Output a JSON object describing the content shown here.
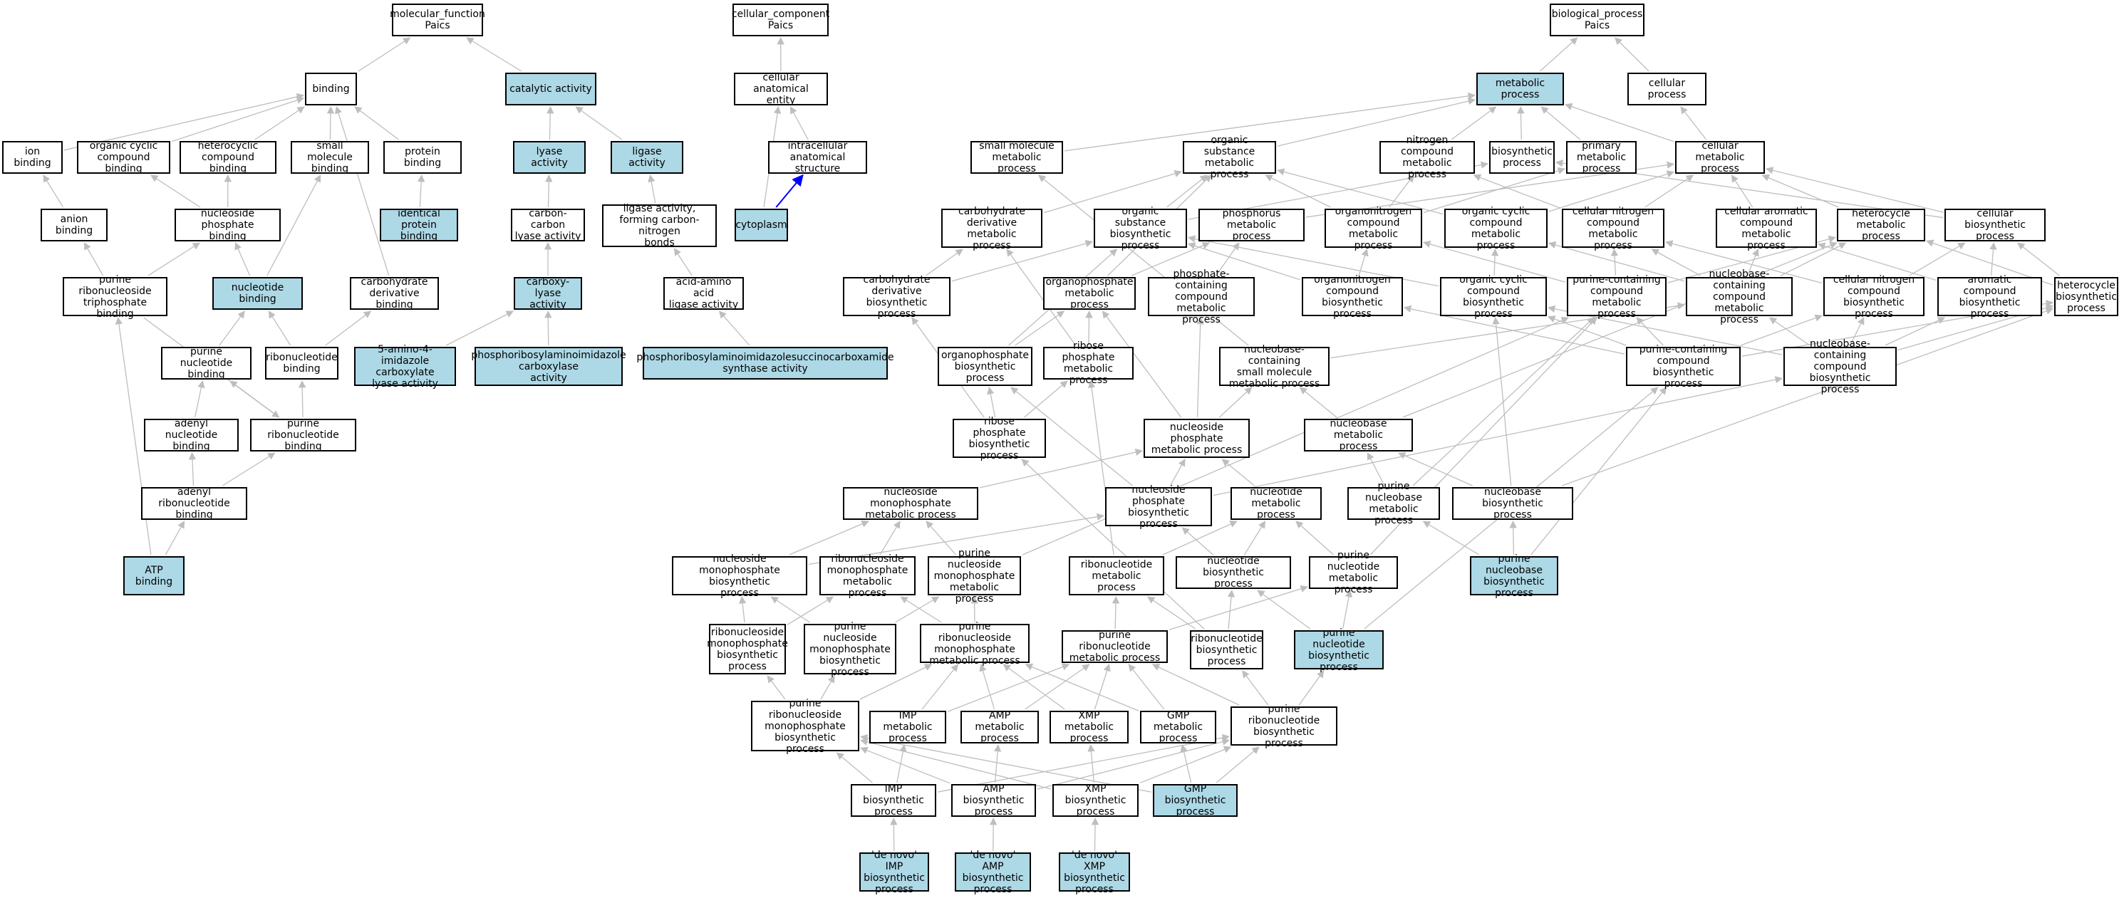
{
  "colors": {
    "highlight": "#add8e6",
    "edge": "#bebebe",
    "edge_special": "#0000ff",
    "border": "#000000"
  },
  "nodes": [
    {
      "id": "mf",
      "label": "molecular_function\nPaics",
      "hl": false
    },
    {
      "id": "cc",
      "label": "cellular_component\nPaics",
      "hl": false
    },
    {
      "id": "bp",
      "label": "biological_process\nPaics",
      "hl": false
    },
    {
      "id": "binding",
      "label": "binding",
      "hl": false
    },
    {
      "id": "catalytic",
      "label": "catalytic activity",
      "hl": true
    },
    {
      "id": "cae",
      "label": "cellular anatomical\nentity",
      "hl": false
    },
    {
      "id": "metabolic",
      "label": "metabolic process",
      "hl": true
    },
    {
      "id": "cellproc",
      "label": "cellular process",
      "hl": false
    },
    {
      "id": "ionbind",
      "label": "ion binding",
      "hl": false
    },
    {
      "id": "orgcycbind",
      "label": "organic cyclic\ncompound binding",
      "hl": false
    },
    {
      "id": "hetbind",
      "label": "heterocyclic\ncompound binding",
      "hl": false
    },
    {
      "id": "smbind",
      "label": "small molecule\nbinding",
      "hl": false
    },
    {
      "id": "protbind",
      "label": "protein binding",
      "hl": false
    },
    {
      "id": "lyase",
      "label": "lyase activity",
      "hl": true
    },
    {
      "id": "ligase",
      "label": "ligase activity",
      "hl": true
    },
    {
      "id": "ias",
      "label": "intracellular\nanatomical structure",
      "hl": false
    },
    {
      "id": "smmp",
      "label": "small molecule\nmetabolic process",
      "hl": false
    },
    {
      "id": "osmp",
      "label": "organic substance\nmetabolic process",
      "hl": false
    },
    {
      "id": "ncmp",
      "label": "nitrogen compound\nmetabolic process",
      "hl": false
    },
    {
      "id": "biosyn",
      "label": "biosynthetic\nprocess",
      "hl": false
    },
    {
      "id": "pmp",
      "label": "primary metabolic\nprocess",
      "hl": false
    },
    {
      "id": "cmp",
      "label": "cellular metabolic\nprocess",
      "hl": false
    },
    {
      "id": "anionbind",
      "label": "anion binding",
      "hl": false
    },
    {
      "id": "nucphosbind",
      "label": "nucleoside phosphate\nbinding",
      "hl": false
    },
    {
      "id": "identprot",
      "label": "identical protein\nbinding",
      "hl": true
    },
    {
      "id": "cclyase",
      "label": "carbon-carbon\nlyase activity",
      "hl": false
    },
    {
      "id": "ligcn",
      "label": "ligase activity,\nforming carbon-nitrogen\nbonds",
      "hl": false
    },
    {
      "id": "cytoplasm",
      "label": "cytoplasm",
      "hl": true
    },
    {
      "id": "cdmp",
      "label": "carbohydrate\nderivative metabolic\nprocess",
      "hl": false
    },
    {
      "id": "osbp",
      "label": "organic substance\nbiosynthetic\nprocess",
      "hl": false
    },
    {
      "id": "phosmp",
      "label": "phosphorus metabolic\nprocess",
      "hl": false
    },
    {
      "id": "oncmp",
      "label": "organonitrogen\ncompound metabolic\nprocess",
      "hl": false
    },
    {
      "id": "occmp",
      "label": "organic cyclic\ncompound metabolic\nprocess",
      "hl": false
    },
    {
      "id": "cncmp",
      "label": "cellular nitrogen\ncompound metabolic\nprocess",
      "hl": false
    },
    {
      "id": "cacmp",
      "label": "cellular aromatic\ncompound metabolic\nprocess",
      "hl": false
    },
    {
      "id": "hetmp",
      "label": "heterocycle\nmetabolic process",
      "hl": false
    },
    {
      "id": "cbp",
      "label": "cellular biosynthetic\nprocess",
      "hl": false
    },
    {
      "id": "prntb",
      "label": "purine ribonucleoside\ntriphosphate\nbinding",
      "hl": false
    },
    {
      "id": "nucbind",
      "label": "nucleotide binding",
      "hl": true
    },
    {
      "id": "cdbind",
      "label": "carbohydrate\nderivative binding",
      "hl": false
    },
    {
      "id": "carboxylyase",
      "label": "carboxy-lyase\nactivity",
      "hl": true
    },
    {
      "id": "aaligase",
      "label": "acid-amino acid\nligase activity",
      "hl": false
    },
    {
      "id": "cdbp",
      "label": "carbohydrate\nderivative biosynthetic\nprocess",
      "hl": false
    },
    {
      "id": "opmp",
      "label": "organophosphate\nmetabolic process",
      "hl": false
    },
    {
      "id": "pccmp",
      "label": "phosphate-containing\ncompound metabolic\nprocess",
      "hl": false
    },
    {
      "id": "oncbp",
      "label": "organonitrogen\ncompound biosynthetic\nprocess",
      "hl": false
    },
    {
      "id": "occbp",
      "label": "organic cyclic\ncompound biosynthetic\nprocess",
      "hl": false
    },
    {
      "id": "pucmp",
      "label": "purine-containing\ncompound metabolic\nprocess",
      "hl": false
    },
    {
      "id": "nbcmp",
      "label": "nucleobase-containing\ncompound metabolic\nprocess",
      "hl": false
    },
    {
      "id": "cncbp",
      "label": "cellular nitrogen\ncompound biosynthetic\nprocess",
      "hl": false
    },
    {
      "id": "acbp",
      "label": "aromatic compound\nbiosynthetic\nprocess",
      "hl": false
    },
    {
      "id": "hetbp",
      "label": "heterocycle\nbiosynthetic\nprocess",
      "hl": false
    },
    {
      "id": "pnucbind",
      "label": "purine nucleotide\nbinding",
      "hl": false
    },
    {
      "id": "ribonucbind",
      "label": "ribonucleotide\nbinding",
      "hl": false
    },
    {
      "id": "aicarlyase",
      "label": "5-amino-4-imidazole\ncarboxylate\nlyase activity",
      "hl": true
    },
    {
      "id": "airc",
      "label": "phosphoribosylaminoimidazole\ncarboxylase\nactivity",
      "hl": true
    },
    {
      "id": "saicars",
      "label": "phosphoribosylaminoimidazolesuccinocarboxamide\nsynthase activity",
      "hl": true
    },
    {
      "id": "opbp",
      "label": "organophosphate\nbiosynthetic\nprocess",
      "hl": false
    },
    {
      "id": "rpmp",
      "label": "ribose phosphate\nmetabolic process",
      "hl": false
    },
    {
      "id": "nbcsmmp",
      "label": "nucleobase-containing\nsmall molecule\nmetabolic process",
      "hl": false
    },
    {
      "id": "pucbp",
      "label": "purine-containing\ncompound biosynthetic\nprocess",
      "hl": false
    },
    {
      "id": "nbcbp",
      "label": "nucleobase-containing\ncompound biosynthetic\nprocess",
      "hl": false
    },
    {
      "id": "adenylnucbind",
      "label": "adenyl nucleotide\nbinding",
      "hl": false
    },
    {
      "id": "pribonucbind",
      "label": "purine ribonucleotide\nbinding",
      "hl": false
    },
    {
      "id": "rpbp",
      "label": "ribose phosphate\nbiosynthetic\nprocess",
      "hl": false
    },
    {
      "id": "nucphosmp",
      "label": "nucleoside phosphate\nmetabolic process",
      "hl": false
    },
    {
      "id": "nbmp",
      "label": "nucleobase metabolic\nprocess",
      "hl": false
    },
    {
      "id": "adenylribonucbind",
      "label": "adenyl ribonucleotide\nbinding",
      "hl": false
    },
    {
      "id": "nucmonomp",
      "label": "nucleoside monophosphate\nmetabolic process",
      "hl": false
    },
    {
      "id": "nucphosbp",
      "label": "nucleoside phosphate\nbiosynthetic\nprocess",
      "hl": false
    },
    {
      "id": "nucmp",
      "label": "nucleotide metabolic\nprocess",
      "hl": false
    },
    {
      "id": "pnbmp",
      "label": "purine nucleobase\nmetabolic process",
      "hl": false
    },
    {
      "id": "nbbp",
      "label": "nucleobase biosynthetic\nprocess",
      "hl": false
    },
    {
      "id": "atpbind",
      "label": "ATP binding",
      "hl": true
    },
    {
      "id": "nucmonobp",
      "label": "nucleoside monophosphate\nbiosynthetic\nprocess",
      "hl": false
    },
    {
      "id": "rnucmonomp",
      "label": "ribonucleoside\nmonophosphate\nmetabolic process",
      "hl": false
    },
    {
      "id": "pnucmonomp",
      "label": "purine nucleoside\nmonophosphate\nmetabolic process",
      "hl": false
    },
    {
      "id": "ribonucmp",
      "label": "ribonucleotide\nmetabolic process",
      "hl": false
    },
    {
      "id": "nucbp",
      "label": "nucleotide biosynthetic\nprocess",
      "hl": false
    },
    {
      "id": "pnucmp",
      "label": "purine nucleotide\nmetabolic process",
      "hl": false
    },
    {
      "id": "pnbbp",
      "label": "purine nucleobase\nbiosynthetic\nprocess",
      "hl": true
    },
    {
      "id": "rnucmonobp",
      "label": "ribonucleoside\nmonophosphate\nbiosynthetic\nprocess",
      "hl": false
    },
    {
      "id": "pnucmonobp",
      "label": "purine nucleoside\nmonophosphate\nbiosynthetic\nprocess",
      "hl": false
    },
    {
      "id": "prnucmonomp",
      "label": "purine ribonucleoside\nmonophosphate\nmetabolic process",
      "hl": false
    },
    {
      "id": "pribonucmp",
      "label": "purine ribonucleotide\nmetabolic process",
      "hl": false
    },
    {
      "id": "ribonucbp",
      "label": "ribonucleotide\nbiosynthetic\nprocess",
      "hl": false
    },
    {
      "id": "pnucbp",
      "label": "purine nucleotide\nbiosynthetic\nprocess",
      "hl": true
    },
    {
      "id": "prnucmonobp",
      "label": "purine ribonucleoside\nmonophosphate\nbiosynthetic\nprocess",
      "hl": false
    },
    {
      "id": "impmp",
      "label": "IMP metabolic\nprocess",
      "hl": false
    },
    {
      "id": "ampmp",
      "label": "AMP metabolic\nprocess",
      "hl": false
    },
    {
      "id": "xmpmp",
      "label": "XMP metabolic\nprocess",
      "hl": false
    },
    {
      "id": "gmpmp",
      "label": "GMP metabolic\nprocess",
      "hl": false
    },
    {
      "id": "pribonucbp",
      "label": "purine ribonucleotide\nbiosynthetic\nprocess",
      "hl": false
    },
    {
      "id": "impbp",
      "label": "IMP biosynthetic\nprocess",
      "hl": false
    },
    {
      "id": "ampbp",
      "label": "AMP biosynthetic\nprocess",
      "hl": false
    },
    {
      "id": "xmpbp",
      "label": "XMP biosynthetic\nprocess",
      "hl": false
    },
    {
      "id": "gmpbp",
      "label": "GMP biosynthetic\nprocess",
      "hl": true
    },
    {
      "id": "dnimp",
      "label": "'de novo' IMP\nbiosynthetic\nprocess",
      "hl": true
    },
    {
      "id": "dnamp",
      "label": "'de novo' AMP\nbiosynthetic\nprocess",
      "hl": true
    },
    {
      "id": "dnxmp",
      "label": "'de novo' XMP\nbiosynthetic\nprocess",
      "hl": true
    }
  ],
  "edges": [
    [
      "binding",
      "mf"
    ],
    [
      "catalytic",
      "mf"
    ],
    [
      "cae",
      "cc"
    ],
    [
      "metabolic",
      "bp"
    ],
    [
      "cellproc",
      "bp"
    ],
    [
      "ionbind",
      "binding"
    ],
    [
      "orgcycbind",
      "binding"
    ],
    [
      "hetbind",
      "binding"
    ],
    [
      "smbind",
      "binding"
    ],
    [
      "protbind",
      "binding"
    ],
    [
      "lyase",
      "catalytic"
    ],
    [
      "ligase",
      "catalytic"
    ],
    [
      "ias",
      "cae"
    ],
    [
      "smmp",
      "metabolic"
    ],
    [
      "osmp",
      "metabolic"
    ],
    [
      "ncmp",
      "metabolic"
    ],
    [
      "biosyn",
      "metabolic"
    ],
    [
      "pmp",
      "metabolic"
    ],
    [
      "cmp",
      "metabolic"
    ],
    [
      "cmp",
      "cellproc"
    ],
    [
      "anionbind",
      "ionbind"
    ],
    [
      "nucphosbind",
      "orgcycbind"
    ],
    [
      "nucphosbind",
      "hetbind"
    ],
    [
      "identprot",
      "protbind"
    ],
    [
      "cclyase",
      "lyase"
    ],
    [
      "ligcn",
      "ligase"
    ],
    [
      "cytoplasm",
      "cae"
    ],
    [
      "cdmp",
      "osmp"
    ],
    [
      "osbp",
      "osmp"
    ],
    [
      "osbp",
      "biosyn"
    ],
    [
      "phosmp",
      "cmp"
    ],
    [
      "oncmp",
      "osmp"
    ],
    [
      "oncmp",
      "ncmp"
    ],
    [
      "oncmp",
      "pmp"
    ],
    [
      "occmp",
      "osmp"
    ],
    [
      "occmp",
      "cmp"
    ],
    [
      "cncmp",
      "ncmp"
    ],
    [
      "cncmp",
      "cmp"
    ],
    [
      "cacmp",
      "cmp"
    ],
    [
      "hetmp",
      "cmp"
    ],
    [
      "cbp",
      "biosyn"
    ],
    [
      "cbp",
      "cmp"
    ],
    [
      "prntb",
      "anionbind"
    ],
    [
      "prntb",
      "nucphosbind"
    ],
    [
      "nucbind",
      "nucphosbind"
    ],
    [
      "nucbind",
      "smbind"
    ],
    [
      "cdbind",
      "binding"
    ],
    [
      "carboxylyase",
      "cclyase"
    ],
    [
      "aaligase",
      "ligcn"
    ],
    [
      "cdbp",
      "cdmp"
    ],
    [
      "cdbp",
      "osbp"
    ],
    [
      "opmp",
      "phosmp"
    ],
    [
      "opmp",
      "osmp"
    ],
    [
      "pccmp",
      "phosmp"
    ],
    [
      "oncbp",
      "oncmp"
    ],
    [
      "oncbp",
      "osbp"
    ],
    [
      "occbp",
      "occmp"
    ],
    [
      "occbp",
      "osbp"
    ],
    [
      "pucmp",
      "cncmp"
    ],
    [
      "pucmp",
      "hetmp"
    ],
    [
      "pucmp",
      "oncmp"
    ],
    [
      "nbcmp",
      "cncmp"
    ],
    [
      "nbcmp",
      "cacmp"
    ],
    [
      "nbcmp",
      "occmp"
    ],
    [
      "nbcmp",
      "hetmp"
    ],
    [
      "cncbp",
      "cncmp"
    ],
    [
      "cncbp",
      "cbp"
    ],
    [
      "acbp",
      "cacmp"
    ],
    [
      "acbp",
      "cbp"
    ],
    [
      "hetbp",
      "hetmp"
    ],
    [
      "hetbp",
      "cbp"
    ],
    [
      "pnucbind",
      "nucbind"
    ],
    [
      "ribonucbind",
      "nucbind"
    ],
    [
      "ribonucbind",
      "cdbind"
    ],
    [
      "aicarlyase",
      "carboxylyase"
    ],
    [
      "airc",
      "carboxylyase"
    ],
    [
      "saicars",
      "aaligase"
    ],
    [
      "opbp",
      "opmp"
    ],
    [
      "opbp",
      "osbp"
    ],
    [
      "rpmp",
      "cdmp"
    ],
    [
      "rpmp",
      "opmp"
    ],
    [
      "nbcsmmp",
      "smmp"
    ],
    [
      "nbcsmmp",
      "nbcmp"
    ],
    [
      "pucbp",
      "pucmp"
    ],
    [
      "pucbp",
      "oncbp"
    ],
    [
      "pucbp",
      "occbp"
    ],
    [
      "pucbp",
      "hetbp"
    ],
    [
      "pucbp",
      "cncbp"
    ],
    [
      "nbcbp",
      "nbcmp"
    ],
    [
      "nbcbp",
      "occbp"
    ],
    [
      "nbcbp",
      "acbp"
    ],
    [
      "nbcbp",
      "hetbp"
    ],
    [
      "nbcbp",
      "cncbp"
    ],
    [
      "adenylnucbind",
      "pnucbind"
    ],
    [
      "pribonucbind",
      "pnucbind"
    ],
    [
      "pribonucbind",
      "ribonucbind"
    ],
    [
      "prntb",
      "pribonucbind"
    ],
    [
      "rpbp",
      "rpmp"
    ],
    [
      "rpbp",
      "cdbp"
    ],
    [
      "rpbp",
      "opbp"
    ],
    [
      "nucphosmp",
      "opmp"
    ],
    [
      "nucphosmp",
      "pccmp"
    ],
    [
      "nucphosmp",
      "nbcsmmp"
    ],
    [
      "nbmp",
      "nbcsmmp"
    ],
    [
      "nbmp",
      "hetmp"
    ],
    [
      "adenylribonucbind",
      "adenylnucbind"
    ],
    [
      "adenylribonucbind",
      "pribonucbind"
    ],
    [
      "nucmonomp",
      "nucphosmp"
    ],
    [
      "nucphosbp",
      "nucphosmp"
    ],
    [
      "nucphosbp",
      "opbp"
    ],
    [
      "nucphosbp",
      "nbcbp"
    ],
    [
      "nucmp",
      "nucphosmp"
    ],
    [
      "pnbmp",
      "nbmp"
    ],
    [
      "pnbmp",
      "pucmp"
    ],
    [
      "nbbp",
      "nbmp"
    ],
    [
      "nbbp",
      "hetbp"
    ],
    [
      "nbbp",
      "occbp"
    ],
    [
      "atpbind",
      "adenylribonucbind"
    ],
    [
      "atpbind",
      "prntb"
    ],
    [
      "nucmonobp",
      "nucmonomp"
    ],
    [
      "nucmonobp",
      "nucphosbp"
    ],
    [
      "rnucmonomp",
      "nucmonomp"
    ],
    [
      "pnucmonomp",
      "nucmonomp"
    ],
    [
      "pnucmonomp",
      "pucmp"
    ],
    [
      "ribonucmp",
      "rpmp"
    ],
    [
      "ribonucmp",
      "nucmp"
    ],
    [
      "nucbp",
      "nucmp"
    ],
    [
      "nucbp",
      "nucphosbp"
    ],
    [
      "pnucmp",
      "nucmp"
    ],
    [
      "pnucmp",
      "pucmp"
    ],
    [
      "pnbbp",
      "pnbmp"
    ],
    [
      "pnbbp",
      "nbbp"
    ],
    [
      "pnbbp",
      "pucbp"
    ],
    [
      "rnucmonobp",
      "nucmonobp"
    ],
    [
      "rnucmonobp",
      "rnucmonomp"
    ],
    [
      "pnucmonobp",
      "nucmonobp"
    ],
    [
      "pnucmonobp",
      "pnucmonomp"
    ],
    [
      "prnucmonomp",
      "rnucmonomp"
    ],
    [
      "prnucmonomp",
      "pnucmonomp"
    ],
    [
      "pribonucmp",
      "ribonucmp"
    ],
    [
      "pribonucmp",
      "pnucmp"
    ],
    [
      "ribonucbp",
      "ribonucmp"
    ],
    [
      "ribonucbp",
      "nucbp"
    ],
    [
      "ribonucbp",
      "rpbp"
    ],
    [
      "pnucbp",
      "pnucmp"
    ],
    [
      "pnucbp",
      "nucbp"
    ],
    [
      "pnucbp",
      "pucbp"
    ],
    [
      "prnucmonobp",
      "rnucmonobp"
    ],
    [
      "prnucmonobp",
      "pnucmonobp"
    ],
    [
      "prnucmonobp",
      "prnucmonomp"
    ],
    [
      "impmp",
      "prnucmonomp"
    ],
    [
      "ampmp",
      "prnucmonomp"
    ],
    [
      "xmpmp",
      "prnucmonomp"
    ],
    [
      "gmpmp",
      "prnucmonomp"
    ],
    [
      "impmp",
      "pribonucmp"
    ],
    [
      "ampmp",
      "pribonucmp"
    ],
    [
      "xmpmp",
      "pribonucmp"
    ],
    [
      "gmpmp",
      "pribonucmp"
    ],
    [
      "pribonucbp",
      "pribonucmp"
    ],
    [
      "pribonucbp",
      "ribonucbp"
    ],
    [
      "pribonucbp",
      "pnucbp"
    ],
    [
      "impbp",
      "impmp"
    ],
    [
      "impbp",
      "prnucmonobp"
    ],
    [
      "impbp",
      "pribonucbp"
    ],
    [
      "ampbp",
      "ampmp"
    ],
    [
      "ampbp",
      "prnucmonobp"
    ],
    [
      "ampbp",
      "pribonucbp"
    ],
    [
      "xmpbp",
      "xmpmp"
    ],
    [
      "xmpbp",
      "prnucmonobp"
    ],
    [
      "xmpbp",
      "pribonucbp"
    ],
    [
      "gmpbp",
      "gmpmp"
    ],
    [
      "gmpbp",
      "prnucmonobp"
    ],
    [
      "gmpbp",
      "pribonucbp"
    ],
    [
      "dnimp",
      "impbp"
    ],
    [
      "dnamp",
      "ampbp"
    ],
    [
      "dnxmp",
      "xmpbp"
    ]
  ],
  "special_edges": [
    [
      "cytoplasm",
      "ias"
    ]
  ]
}
